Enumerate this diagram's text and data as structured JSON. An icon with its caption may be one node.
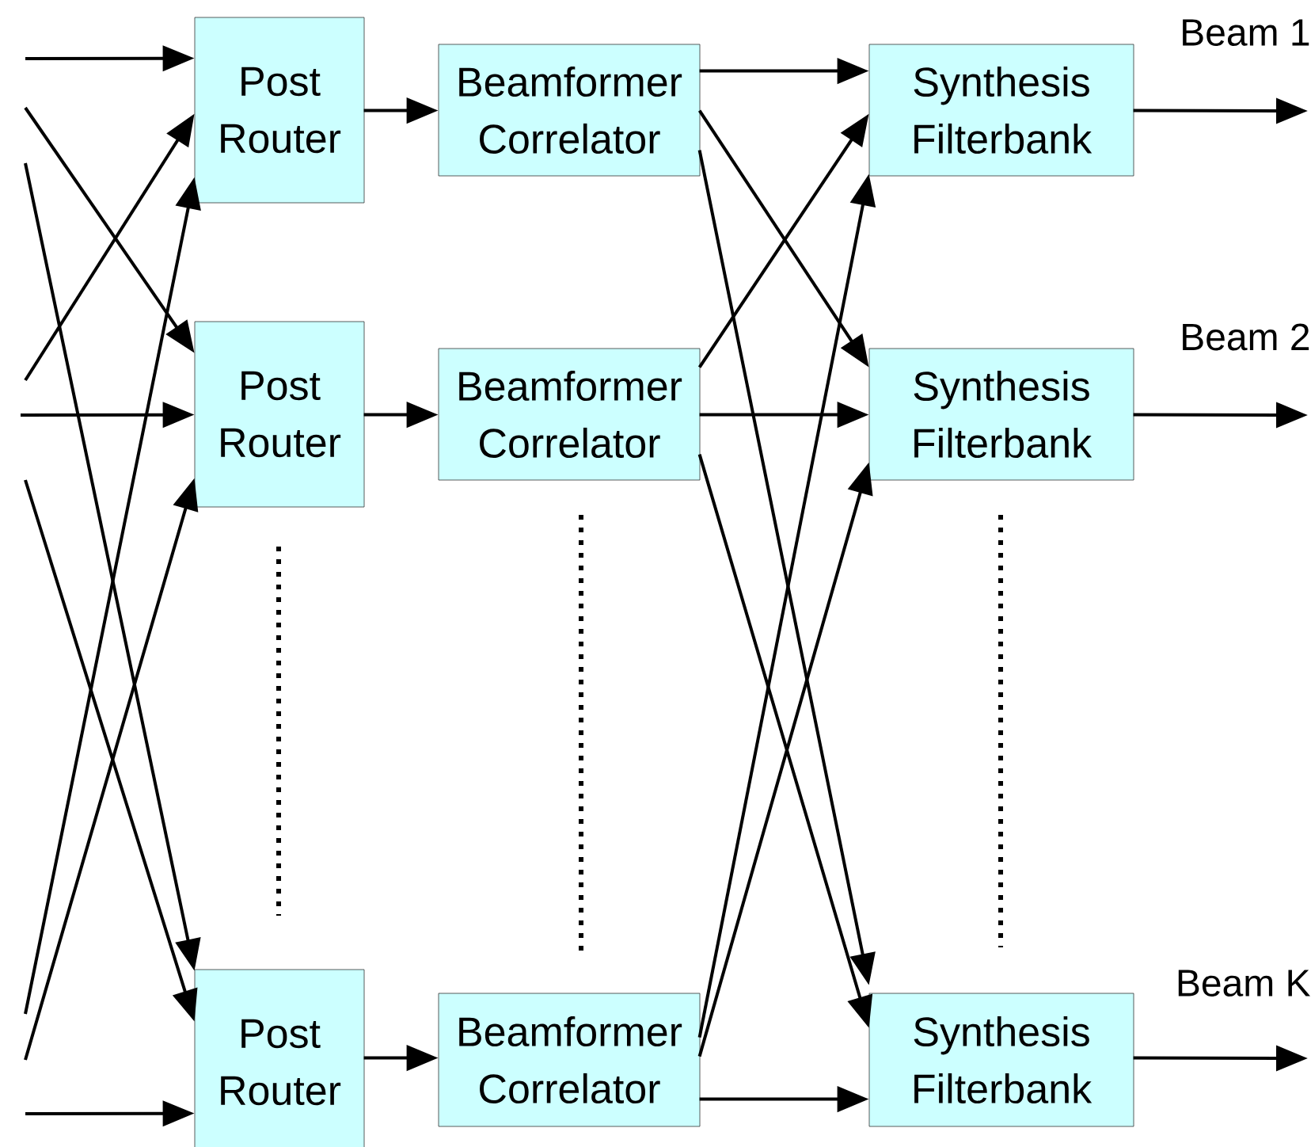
{
  "diagram": {
    "nodes": [
      {
        "text": [
          "Post Router"
        ]
      },
      {
        "text": [
          "Beamformer Correlator"
        ]
      },
      {
        "text": [
          "Synthesis Filterbank"
        ]
      },
      {
        "text": [
          "Post Router"
        ]
      },
      {
        "text": [
          "Beamformer Correlator"
        ]
      },
      {
        "text": [
          "Synthesis Filterbank"
        ]
      },
      {
        "text": [
          "Post Router"
        ]
      },
      {
        "text": [
          "Beamformer Correlator"
        ]
      },
      {
        "text": [
          "Synthesis Filterbank"
        ]
      }
    ],
    "edges": [
      {
        "from": null,
        "to": 0,
        "arrow": "to"
      },
      {
        "from": null,
        "to": 0,
        "arrow": "to"
      },
      {
        "from": null,
        "to": 0,
        "arrow": "to"
      },
      {
        "from": null,
        "to": 3,
        "arrow": "to"
      },
      {
        "from": null,
        "to": 3,
        "arrow": "to"
      },
      {
        "from": null,
        "to": 3,
        "arrow": "to"
      },
      {
        "from": null,
        "to": 6,
        "arrow": "to"
      },
      {
        "from": null,
        "to": 6,
        "arrow": "to"
      },
      {
        "from": null,
        "to": 6,
        "arrow": "to"
      },
      {
        "from": 0,
        "to": 1,
        "arrow": "to"
      },
      {
        "from": 3,
        "to": 4,
        "arrow": "to"
      },
      {
        "from": 6,
        "to": 7,
        "arrow": "to"
      },
      {
        "from": 1,
        "to": 2,
        "arrow": "to"
      },
      {
        "from": 1,
        "to": 5,
        "arrow": "to"
      },
      {
        "from": 1,
        "to": 8,
        "arrow": "to"
      },
      {
        "from": 4,
        "to": 2,
        "arrow": "to"
      },
      {
        "from": 4,
        "to": 5,
        "arrow": "to"
      },
      {
        "from": 4,
        "to": 8,
        "arrow": "to"
      },
      {
        "from": 7,
        "to": 2,
        "arrow": "to"
      },
      {
        "from": 7,
        "to": 5,
        "arrow": "to"
      },
      {
        "from": 7,
        "to": 8,
        "arrow": "to"
      },
      {
        "from": 2,
        "to": null,
        "arrow": "to"
      },
      {
        "from": 5,
        "to": null,
        "arrow": "to"
      },
      {
        "from": 8,
        "to": null,
        "arrow": "to"
      }
    ],
    "labels": [
      "Beam 1",
      "Beam 2",
      "Beam K"
    ]
  }
}
